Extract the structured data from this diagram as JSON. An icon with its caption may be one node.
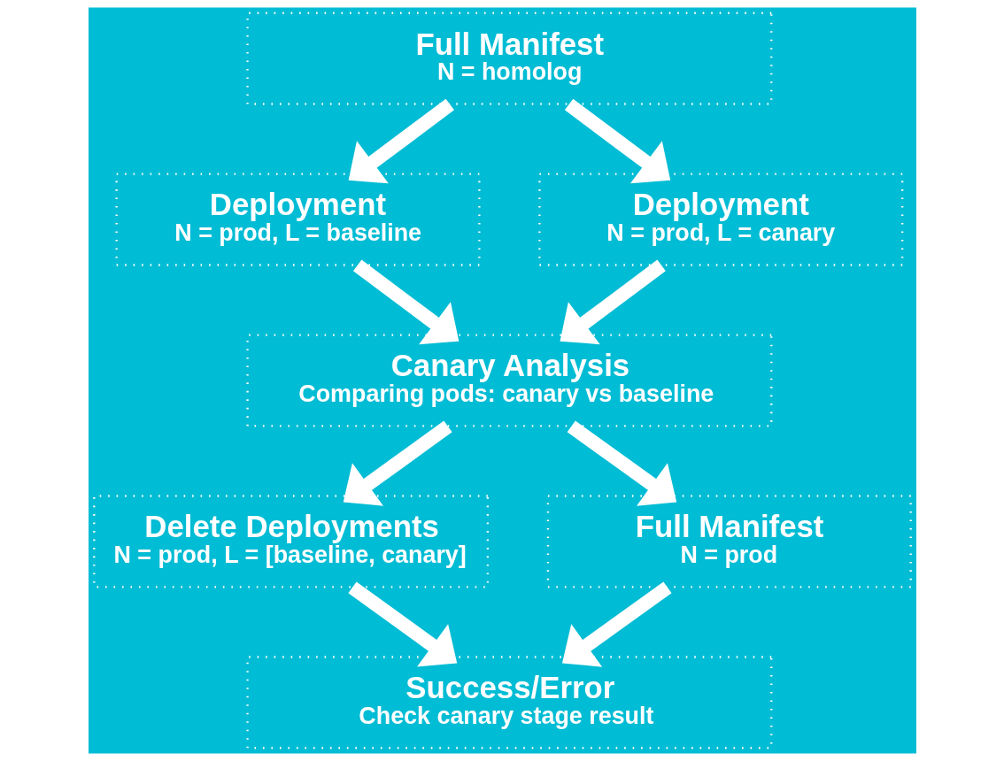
{
  "diagram": {
    "nodes": [
      {
        "text": [
          "Full Manifest",
          "N = homolog"
        ]
      },
      {
        "text": [
          "Deployment",
          "N = prod, L = baseline"
        ]
      },
      {
        "text": [
          "Deployment",
          "N = prod, L = canary"
        ]
      },
      {
        "text": [
          "Canary Analysis",
          "Comparing pods: canary vs baseline"
        ]
      },
      {
        "text": [
          "Delete Deployments",
          "N = prod, L = [baseline, canary]"
        ]
      },
      {
        "text": [
          "Full Manifest",
          "N = prod"
        ]
      },
      {
        "text": [
          "Success/Error",
          "Check canary stage result"
        ]
      }
    ],
    "edges": [
      {
        "from": 0,
        "to": 1,
        "arrow": "to"
      },
      {
        "from": 0,
        "to": 2,
        "arrow": "to"
      },
      {
        "from": 1,
        "to": 3,
        "arrow": "to"
      },
      {
        "from": 2,
        "to": 3,
        "arrow": "to"
      },
      {
        "from": 3,
        "to": 4,
        "arrow": "to"
      },
      {
        "from": 3,
        "to": 5,
        "arrow": "to"
      },
      {
        "from": 4,
        "to": 6,
        "arrow": "to"
      },
      {
        "from": 5,
        "to": 6,
        "arrow": "to"
      }
    ]
  }
}
